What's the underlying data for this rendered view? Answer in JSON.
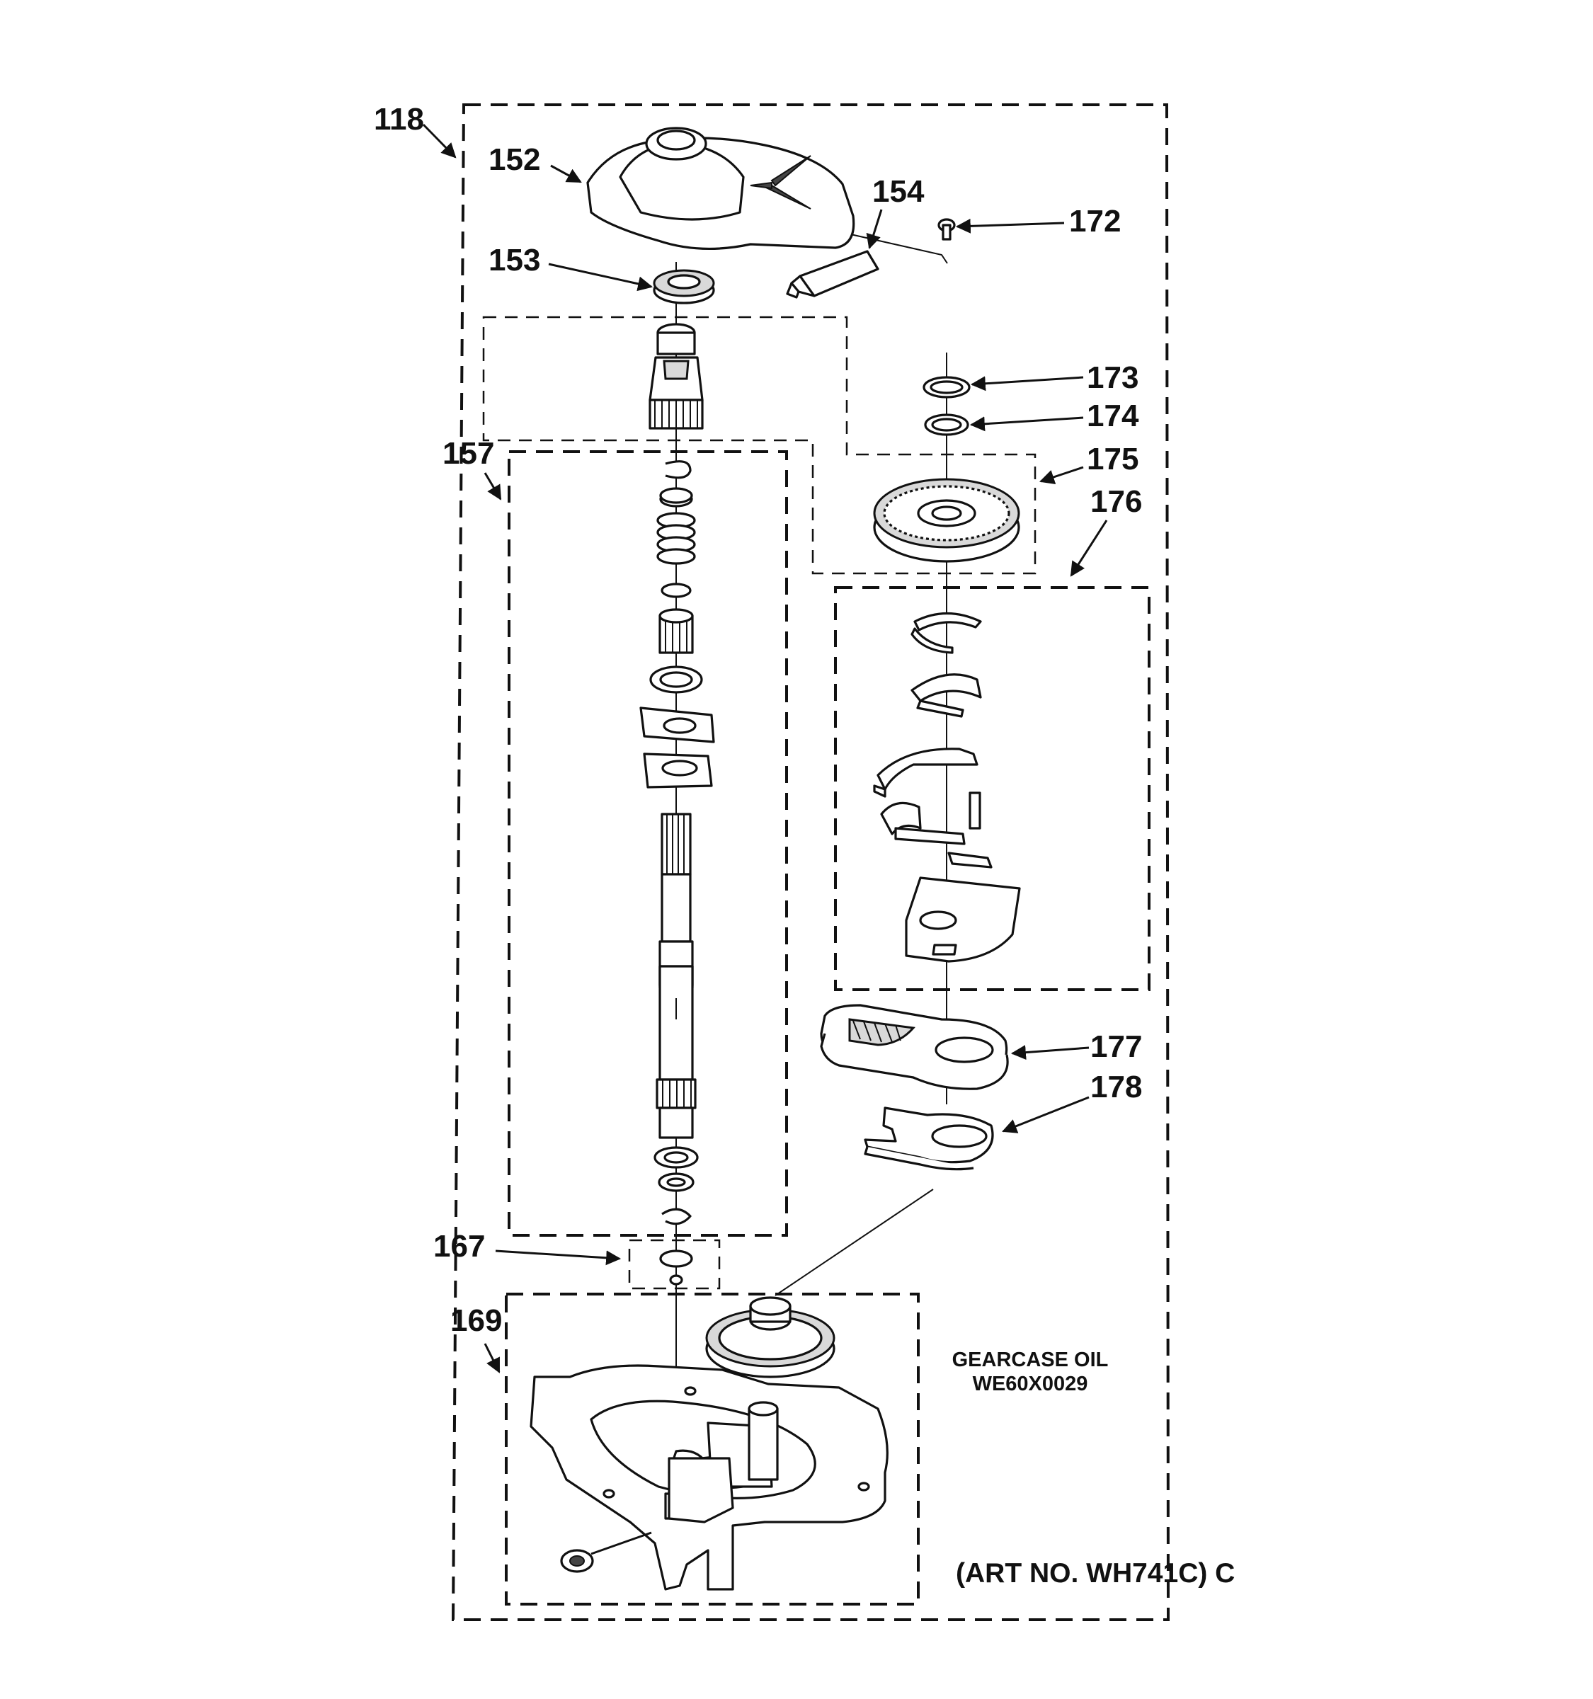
{
  "labels": {
    "l118": "118",
    "l152": "152",
    "l153": "153",
    "l154": "154",
    "l157": "157",
    "l167": "167",
    "l169": "169",
    "l172": "172",
    "l173": "173",
    "l174": "174",
    "l175": "175",
    "l176": "176",
    "l177": "177",
    "l178": "178"
  },
  "notes": {
    "oil_line1": "GEARCASE OIL",
    "oil_line2": "WE60X0029",
    "art_number": "(ART NO. WH741C) C"
  }
}
